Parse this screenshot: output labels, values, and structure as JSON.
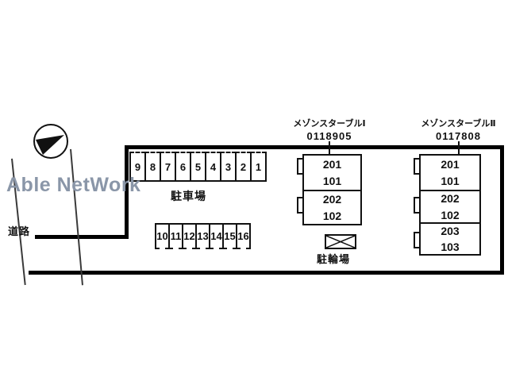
{
  "watermark": {
    "text": "Able NetWork",
    "color": "#8a96a8"
  },
  "compass": {
    "name": "north-arrow"
  },
  "road": {
    "label": "道路"
  },
  "parking": {
    "label": "駐車場",
    "top_row": [
      "9",
      "8",
      "7",
      "6",
      "5",
      "4",
      "3",
      "2",
      "1"
    ],
    "bottom_row": [
      "10",
      "11",
      "12",
      "13",
      "14",
      "15",
      "16"
    ]
  },
  "bicycle_parking": {
    "label": "駐輪場"
  },
  "buildings": [
    {
      "name": "メゾンスターブルⅠ",
      "code": "0118905",
      "units": [
        {
          "upper": "201",
          "lower": "101"
        },
        {
          "upper": "202",
          "lower": "102"
        }
      ]
    },
    {
      "name": "メゾンスターブルⅡ",
      "code": "0117808",
      "units": [
        {
          "upper": "201",
          "lower": "101"
        },
        {
          "upper": "202",
          "lower": "102"
        },
        {
          "upper": "203",
          "lower": "103"
        }
      ]
    }
  ]
}
